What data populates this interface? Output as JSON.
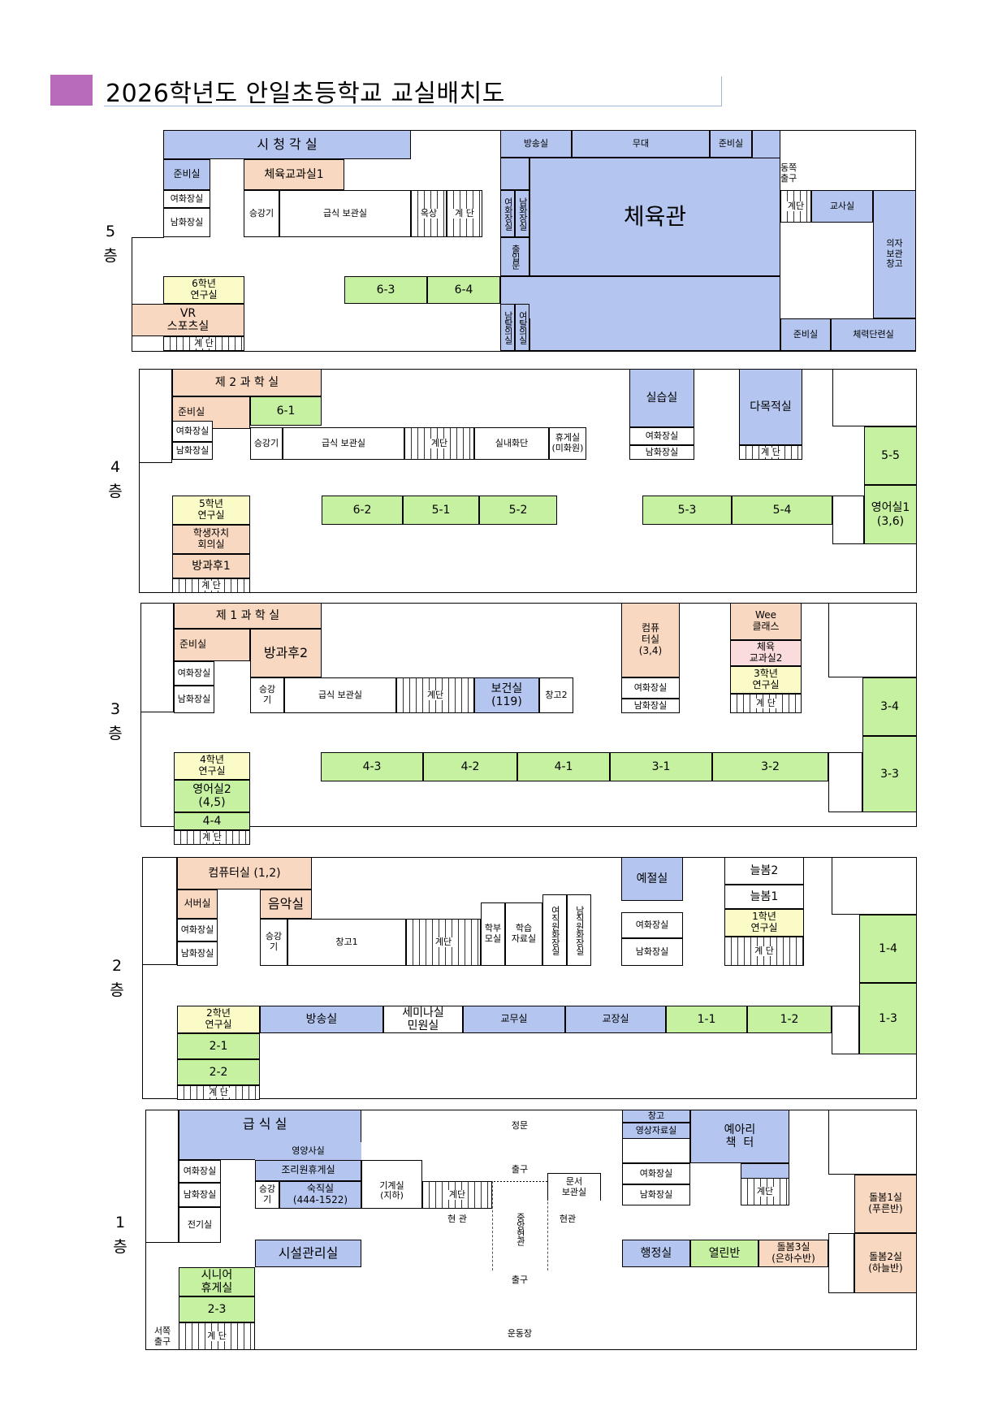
{
  "title": "2026학년도 안일초등학교 교실배치도",
  "colors": {
    "title_accent": "#b86bba",
    "special_rooms": "#b4c6f0",
    "classrooms": "#c5f1a0",
    "support_rooms": "#f8d8c0",
    "grade_offices": "#fafbc6"
  },
  "floors": {
    "f5": {
      "label": "5\n층",
      "rooms": {
        "av_room": "시 청 각 실",
        "prep1": "준비실",
        "pe_room1": "체육교과실1",
        "girls_wc": "여화장실",
        "boys_wc": "남화장실",
        "lift": "승강기",
        "food_storage": "급식 보관실",
        "rooftop": "옥상",
        "stairs_a": "계 단",
        "broadcast": "방송실",
        "stage": "무대",
        "prep2": "준비실",
        "girls_wc_v": "여화장실",
        "boys_wc_v": "남화장실",
        "entrance_v": "출입문",
        "gym": "체육관",
        "east_exit": "동쪽\n출구",
        "stairs_b": "계단",
        "teacher_room": "교사실",
        "chair_storage": "의자\n보관\n창고",
        "g6_office": "6학년\n연구실",
        "c6_3": "6-3",
        "c6_4": "6-4",
        "vr_sports": "VR\n스포츠실",
        "stairs_c": "계 단",
        "boys_locker": "남탈의실",
        "girls_locker": "여탈의실",
        "prep3": "준비실",
        "fitness": "체력단련실"
      }
    },
    "f4": {
      "label": "4\n층",
      "rooms": {
        "sci2": "제 2 과 학 실",
        "prep": "준비실",
        "c6_1": "6-1",
        "girls_wc": "여화장실",
        "boys_wc": "남화장실",
        "lift": "승강기",
        "food_storage": "급식 보관실",
        "stairs_a": "계단",
        "indoor_garden": "실내화단",
        "lounge": "휴게실\n(미화원)",
        "practice": "실습실",
        "girls_wc2": "여화장실",
        "boys_wc2": "남화장실",
        "multi": "다목적실",
        "stairs_b": "계 단",
        "c5_5": "5-5",
        "english1": "영어실1\n(3,6)",
        "g5_office": "5학년\n연구실",
        "c6_2": "6-2",
        "c5_1": "5-1",
        "c5_2": "5-2",
        "c5_3": "5-3",
        "c5_4": "5-4",
        "council": "학생자치\n회의실",
        "afterschool1": "방과후1",
        "stairs_c": "계 단"
      }
    },
    "f3": {
      "label": "3\n층",
      "rooms": {
        "sci1": "제 1 과 학 실",
        "prep": "준비실",
        "afterschool2": "방과후2",
        "girls_wc": "여화장실",
        "boys_wc": "남화장실",
        "lift": "승강\n기",
        "food_storage": "급식 보관실",
        "stairs_a": "계단",
        "health": "보건실\n(119)",
        "storage2": "창고2",
        "computer": "컴퓨\n터실\n(3,4)",
        "girls_wc2": "여화장실",
        "boys_wc2": "남화장실",
        "wee": "Wee\n클래스",
        "pe_room2": "체육\n교과실2",
        "g3_office": "3학년\n연구실",
        "stairs_b": "계 단",
        "c3_4": "3-4",
        "c3_3": "3-3",
        "g4_office": "4학년\n연구실",
        "english2": "영어실2\n(4,5)",
        "c4_4": "4-4",
        "stairs_c": "계 단",
        "c4_3": "4-3",
        "c4_2": "4-2",
        "c4_1": "4-1",
        "c3_1": "3-1",
        "c3_2": "3-2"
      }
    },
    "f2": {
      "label": "2\n층",
      "rooms": {
        "computer": "컴퓨터실 (1,2)",
        "server": "서버실",
        "music": "음악실",
        "girls_wc": "여화장실",
        "boys_wc": "남화장실",
        "lift": "승강\n기",
        "storage1": "창고1",
        "stairs_a": "계단",
        "parents": "학부\n모실",
        "resources": "학습\n자료실",
        "staff_girls_wc": "여직원화장실",
        "staff_boys_wc": "남직원화장실",
        "prayer": "예절실",
        "girls_wc2": "여화장실",
        "boys_wc2": "남화장실",
        "care2": "늘봄2",
        "care1": "늘봄1",
        "g1_office": "1학년\n연구실",
        "stairs_b": "계 단",
        "c1_4": "1-4",
        "c1_3": "1-3",
        "g2_office": "2학년\n연구실",
        "broadcast": "방송실",
        "seminar": "세미나실\n민원실",
        "academic": "교무실",
        "principal": "교장실",
        "c1_1": "1-1",
        "c1_2": "1-2",
        "c2_1": "2-1",
        "c2_2": "2-2",
        "stairs_c": "계 단"
      }
    },
    "f1": {
      "label": "1\n층",
      "rooms": {
        "cafeteria": "급 식 실",
        "nutrition": "영양사실",
        "cook_lounge": "조리원휴게실",
        "girls_wc": "여화장실",
        "boys_wc": "남화장실",
        "electric": "전기실",
        "lift": "승강\n기",
        "duty": "숙직실\n(444-1522)",
        "machine": "기계실\n(지하)",
        "stairs_a": "계단",
        "main_gate": "정문",
        "exit_top": "출구",
        "hall_left": "현 관",
        "central_hall": "중앙현관",
        "hall_right": "현관",
        "documents": "문서\n보관실",
        "storage": "창고",
        "video_room": "영상자료실",
        "girls_wc2": "여화장실",
        "boys_wc2": "남화장실",
        "library": "예아리\n책  터",
        "stairs_b": "계단",
        "care_room1": "돌봄1실\n(푸른반)",
        "care_room2": "돌봄2실\n(하늘반)",
        "facilities": "시설관리실",
        "admin": "행정실",
        "open_class": "열린반",
        "care_room3": "돌봄3실\n(은하수반)",
        "senior": "시니어\n휴게실",
        "c2_3": "2-3",
        "west_exit": "서쪽\n출구",
        "stairs_c": "계 단",
        "exit_bottom": "출구",
        "playground": "운동장"
      }
    }
  }
}
